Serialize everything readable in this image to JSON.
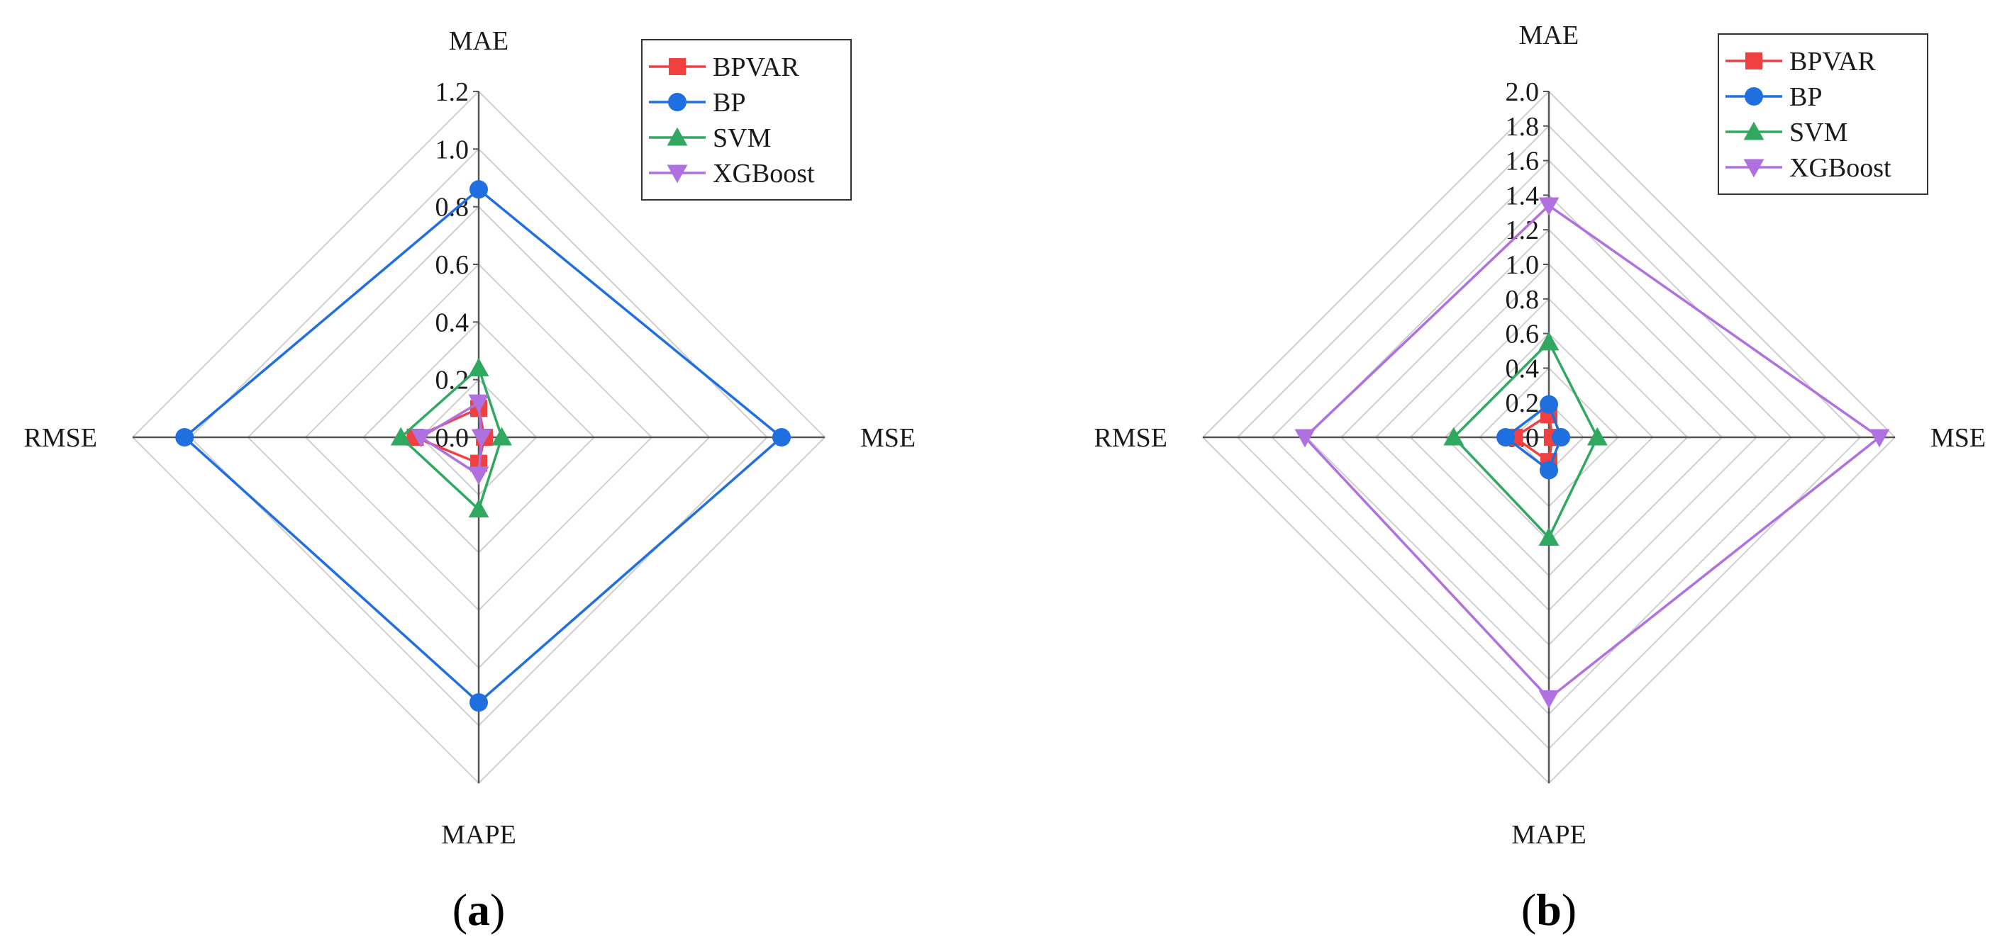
{
  "colors": {
    "BPVAR": "#f04040",
    "BP": "#1f6fe0",
    "SVM": "#30a860",
    "XGBoost": "#b070e0",
    "grid": "#cfcfcf",
    "axis": "#555555"
  },
  "chart_data": [
    {
      "type": "radar",
      "panel_label_open": "(",
      "panel_label_letter": "a",
      "panel_label_close": ")",
      "axes": [
        "MAE",
        "MSE",
        "MAPE",
        "RMSE"
      ],
      "rmax": 1.2,
      "ticks": [
        0.0,
        0.2,
        0.4,
        0.6,
        0.8,
        1.0,
        1.2
      ],
      "tick_labels": [
        "0.0",
        "0.2",
        "0.4",
        "0.6",
        "0.8",
        "1.0",
        "1.2"
      ],
      "grid": true,
      "legend_position": "top-right",
      "series": [
        {
          "name": "BPVAR",
          "marker": "square",
          "values": [
            0.1,
            0.02,
            0.09,
            0.22
          ]
        },
        {
          "name": "BP",
          "marker": "circle",
          "values": [
            0.86,
            1.05,
            0.92,
            1.02
          ]
        },
        {
          "name": "SVM",
          "marker": "triangle-up",
          "values": [
            0.24,
            0.08,
            0.25,
            0.27
          ]
        },
        {
          "name": "XGBoost",
          "marker": "triangle-down",
          "values": [
            0.12,
            0.01,
            0.13,
            0.2
          ]
        }
      ]
    },
    {
      "type": "radar",
      "panel_label_open": "(",
      "panel_label_letter": "b",
      "panel_label_close": ")",
      "axes": [
        "MAE",
        "MSE",
        "MAPE",
        "RMSE"
      ],
      "rmax": 2.0,
      "ticks": [
        0.0,
        0.2,
        0.4,
        0.6,
        0.8,
        1.0,
        1.2,
        1.4,
        1.6,
        1.8,
        2.0
      ],
      "tick_labels": [
        "0.0",
        "0.2",
        "0.4",
        "0.6",
        "0.8",
        "1.0",
        "1.2",
        "1.4",
        "1.6",
        "1.8",
        "2.0"
      ],
      "grid": true,
      "legend_position": "top-right",
      "series": [
        {
          "name": "BPVAR",
          "marker": "square",
          "values": [
            0.13,
            0.02,
            0.14,
            0.2
          ]
        },
        {
          "name": "BP",
          "marker": "circle",
          "values": [
            0.19,
            0.07,
            0.19,
            0.25
          ]
        },
        {
          "name": "SVM",
          "marker": "triangle-up",
          "values": [
            0.55,
            0.28,
            0.58,
            0.55
          ]
        },
        {
          "name": "XGBoost",
          "marker": "triangle-down",
          "values": [
            1.34,
            1.91,
            1.51,
            1.41
          ]
        }
      ]
    }
  ]
}
